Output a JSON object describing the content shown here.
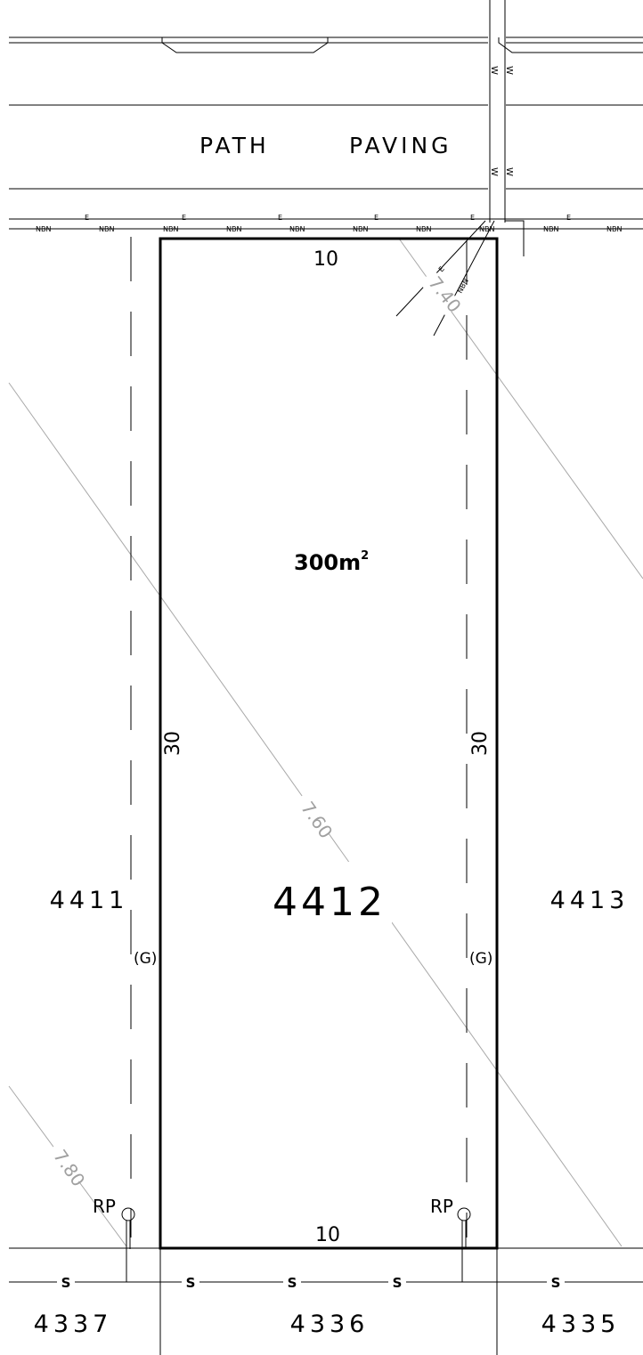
{
  "street": {
    "label_left": "PATH",
    "label_right": "PAVING"
  },
  "lot": {
    "number": "4412",
    "area_value": "300m",
    "area_exp": "2",
    "dim_top": "10",
    "dim_bottom": "10",
    "dim_left": "30",
    "dim_right": "30"
  },
  "neighbours": {
    "left": "4411",
    "right": "4413",
    "bottom_left": "4337",
    "bottom_center": "4336",
    "bottom_right": "4335"
  },
  "markers": {
    "garage_left": "(G)",
    "garage_right": "(G)",
    "rp_left": "RP",
    "rp_right": "RP"
  },
  "contours": {
    "c1": "7.40",
    "c2": "7.60",
    "c3": "7.80"
  },
  "services": {
    "nbn": "NBN",
    "electric": "E",
    "sewer": "S",
    "water": "W"
  }
}
